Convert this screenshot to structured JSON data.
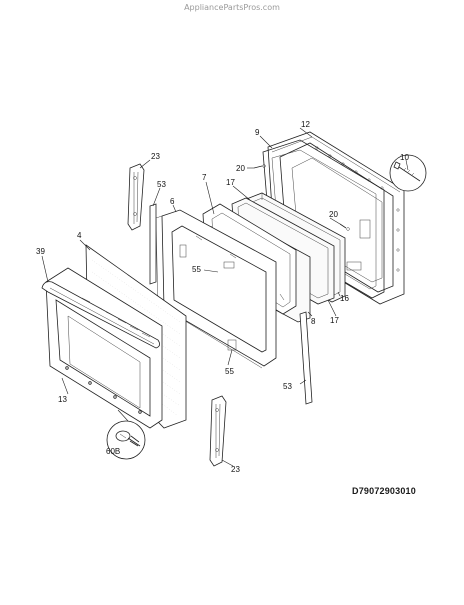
{
  "watermark": "AppliancePartsPros.com",
  "drawing_code": "D79072903010",
  "callouts": {
    "c4": "4",
    "c6": "6",
    "c7": "7",
    "c8": "8",
    "c9": "9",
    "c10": "10",
    "c12": "12",
    "c13": "13",
    "c16": "16",
    "c17a": "17",
    "c17b": "17",
    "c20a": "20",
    "c20b": "20",
    "c23a": "23",
    "c23b": "23",
    "c39": "39",
    "c53a": "53",
    "c53b": "53",
    "c55a": "55",
    "c55b": "55",
    "c60b": "60B"
  },
  "icons": [
    "screw-icon",
    "hinge-icon",
    "door-panel-icon"
  ]
}
